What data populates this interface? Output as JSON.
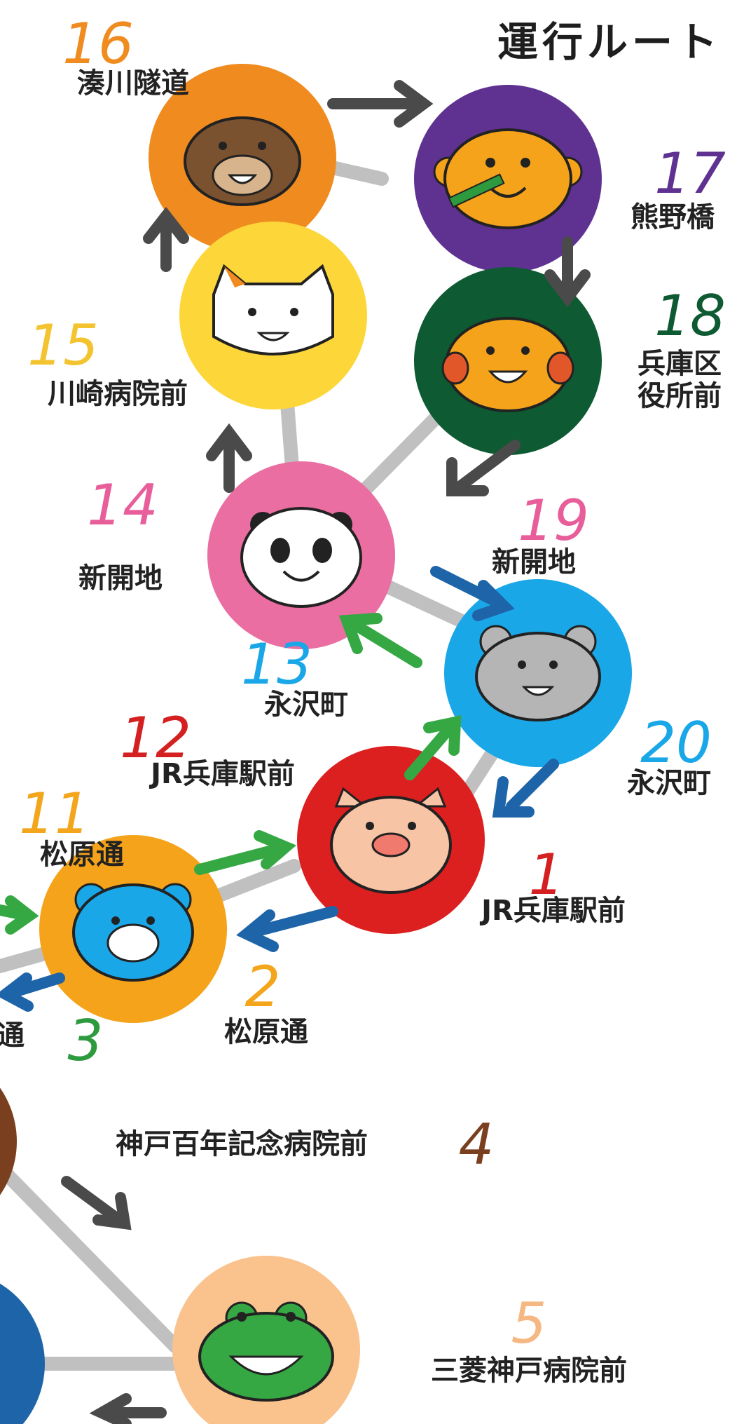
{
  "title": "運行ルート",
  "stops": [
    {
      "num": "1",
      "name": "JR兵庫駅前",
      "animal": "pig-icon",
      "color": "#dc1f1f",
      "num_color": "#d42020"
    },
    {
      "num": "2",
      "name": "松原通",
      "animal": "bear-icon",
      "color": "#f5a31a",
      "num_color": "#f3a51c"
    },
    {
      "num": "3",
      "name": "和田岬通",
      "animal": "",
      "color": "#2e9a3e",
      "num_color": "#2e9a3e"
    },
    {
      "num": "4",
      "name": "神戸百年記念病院前",
      "animal": "",
      "color": "#7a3f1e",
      "num_color": "#7a3f1e"
    },
    {
      "num": "5",
      "name": "三菱神戸病院前",
      "animal": "frog-icon",
      "color": "#fac28c",
      "num_color": "#f6b883"
    },
    {
      "num": "11",
      "name": "松原通",
      "animal": "bear-icon",
      "color": "#f5a31a",
      "num_color": "#f3a51c"
    },
    {
      "num": "12",
      "name": "JR兵庫駅前",
      "animal": "pig-icon",
      "color": "#dc1f1f",
      "num_color": "#d42020"
    },
    {
      "num": "13",
      "name": "永沢町",
      "animal": "mouse-icon",
      "color": "#1aa7e8",
      "num_color": "#1aa7e8"
    },
    {
      "num": "14",
      "name": "新開地",
      "animal": "panda-icon",
      "color": "#ea6ea2",
      "num_color": "#e85e9a"
    },
    {
      "num": "15",
      "name": "川崎病院前",
      "animal": "cat-icon",
      "color": "#fdd63a",
      "num_color": "#f4c430"
    },
    {
      "num": "16",
      "name": "湊川隧道",
      "animal": "mole-icon",
      "color": "#ef8b1f",
      "num_color": "#ef8b1f"
    },
    {
      "num": "17",
      "name": "熊野橋",
      "animal": "monkey-icon",
      "color": "#5f3292",
      "num_color": "#5f3292"
    },
    {
      "num": "18",
      "name": "兵庫区役所前",
      "animal": "chipmunk-icon",
      "color": "#0e5a32",
      "num_color": "#0e5a32"
    },
    {
      "num": "19",
      "name": "新開地",
      "animal": "panda-icon",
      "color": "#ea6ea2",
      "num_color": "#e85e9a"
    },
    {
      "num": "20",
      "name": "永沢町",
      "animal": "mouse-icon",
      "color": "#1aa7e8",
      "num_color": "#1aa7e8"
    }
  ],
  "labels": {
    "s1": "JR兵庫駅前",
    "s2": "松原通",
    "s3": "通",
    "s4": "神戸百年記念病院前",
    "s5": "三菱神戸病院前",
    "s11": "松原通",
    "s12": "JR兵庫駅前",
    "s13": "永沢町",
    "s14": "新開地",
    "s15": "川崎病院前",
    "s16": "湊川隧道",
    "s17": "熊野橋",
    "s18a": "兵庫区",
    "s18b": "役所前",
    "s19": "新開地",
    "s20": "永沢町"
  },
  "colors": {
    "route_line": "#c0c0c0",
    "arrow_dark": "#4a4a4a",
    "arrow_green": "#35a844",
    "arrow_blue": "#1e64a8"
  }
}
